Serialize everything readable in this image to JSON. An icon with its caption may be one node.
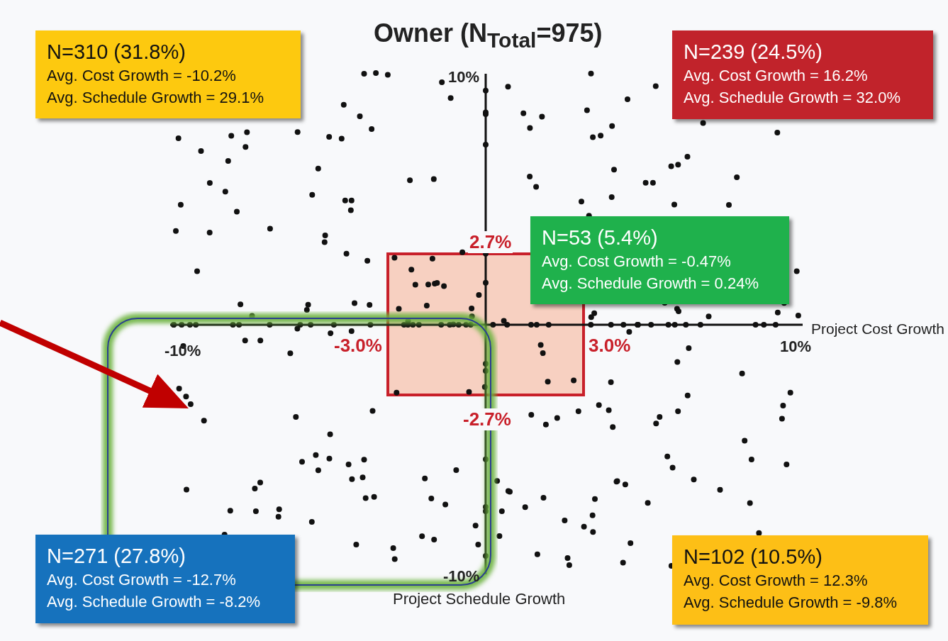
{
  "diagram": {
    "title": "Owner (N$_{Total}$=975)",
    "nodes": [
      {
        "text": [
          "N=310 (31.8%)",
          "Avg. Cost Growth = -10.2%",
          "Avg. Schedule Growth = 29.1%"
        ]
      },
      {
        "text": [
          "N=239 (24.5%)",
          "Avg. Cost Growth = 16.2%",
          "Avg. Schedule Growth = 32.0%"
        ]
      },
      {
        "text": [
          "N=53 (5.4%)",
          "Avg. Cost Growth = -0.47%",
          "Avg. Schedule Growth = 0.24%"
        ]
      },
      {
        "text": [
          "N=271 (27.8%)",
          "Avg. Cost Growth = -12.7%",
          "Avg. Schedule Growth = -8.2%"
        ]
      },
      {
        "text": [
          "N=102 (10.5%)",
          "Avg. Cost Growth = 12.3%",
          "Avg. Schedule Growth = -9.8%"
        ]
      },
      {
        "text": [],
        "shape": "box"
      }
    ],
    "edges": [
      {
        "from": null,
        "to": 5,
        "arrow": "to"
      }
    ],
    "labels": [
      "10%",
      "2.7%",
      "-10%",
      "-3.0%",
      "3.0%",
      "10%",
      "Project Cost Growth",
      "-2.7%",
      "-10%",
      "Project Schedule Growth"
    ]
  }
}
